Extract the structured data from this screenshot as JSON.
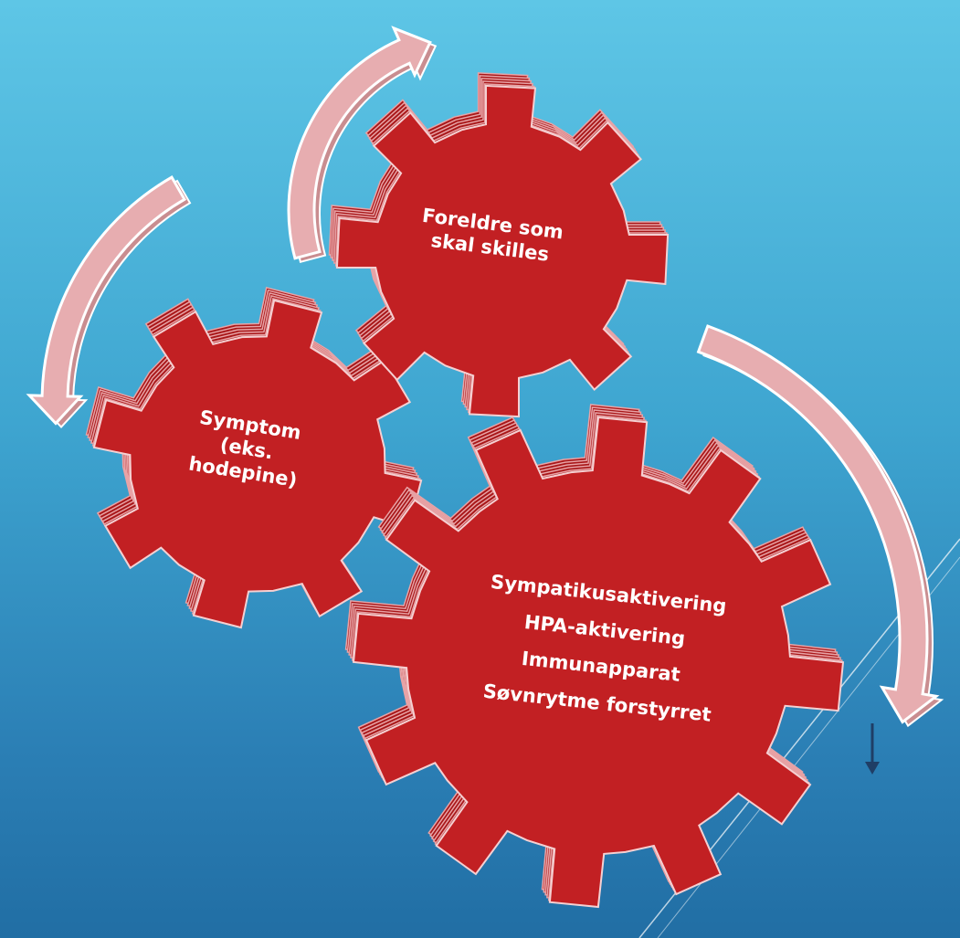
{
  "diagram": {
    "gears": {
      "top": {
        "lines": [
          "Foreldre som",
          "skal skilles"
        ]
      },
      "left": {
        "lines": [
          "Symptom",
          "(eks.",
          "hodepine)"
        ]
      },
      "big": {
        "lines": [
          "Sympatikusaktivering",
          "HPA-aktivering",
          "Immunapparat",
          "Søvnrytme forstyrret"
        ]
      }
    },
    "colors": {
      "gear_face": "#c22023",
      "gear_side": "#a81719",
      "gear_edge": "#e8a3a6",
      "arrow_fill": "#e7adb0",
      "arrow_edge": "#ffffff",
      "small_arrow": "#1f3e66",
      "small_arrow_tip": "#c22023"
    }
  }
}
